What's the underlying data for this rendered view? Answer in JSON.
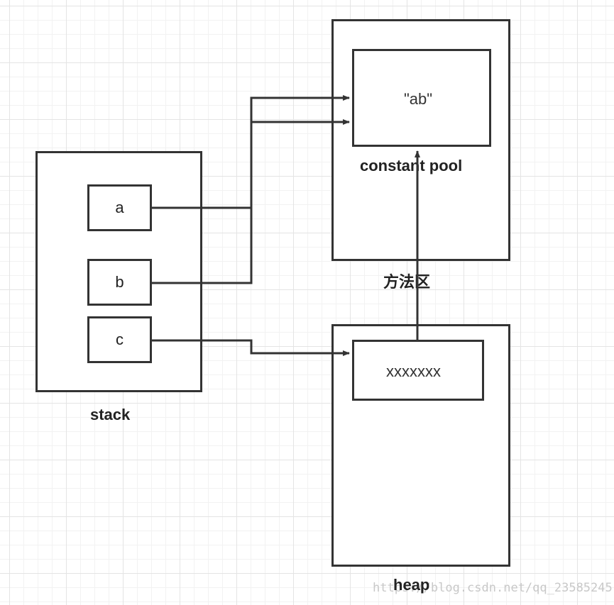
{
  "stack": {
    "label": "stack",
    "vars": [
      "a",
      "b",
      "c"
    ]
  },
  "method_area": {
    "label": "方法区",
    "constant_pool": {
      "label": "constant pool",
      "value": "\"ab\""
    }
  },
  "heap": {
    "label": "heap",
    "object": "xxxxxxx"
  },
  "watermark": "https://blog.csdn.net/qq_23585245",
  "colors": {
    "line": "#333333",
    "grid": "#e4e4e4"
  }
}
